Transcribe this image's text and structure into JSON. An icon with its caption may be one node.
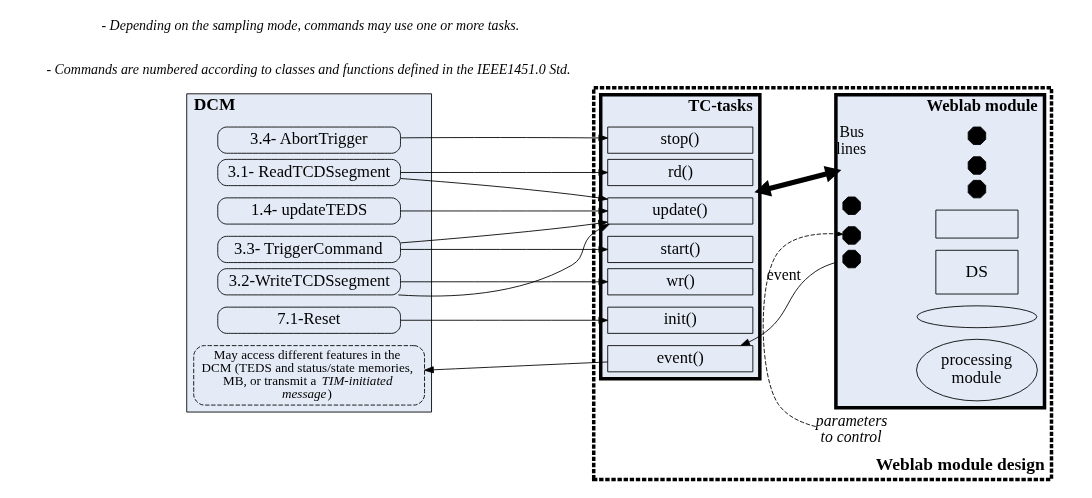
{
  "diagram": {
    "nodes": [
      {
        "text": [
          "DCM"
        ]
      },
      {
        "text": [
          "3.4- AbortTrigger"
        ],
        "in": 0
      },
      {
        "text": [
          "3.3- TriggerCommand"
        ],
        "in": 0
      },
      {
        "text": [
          "1.4- updateTEDS"
        ],
        "in": 0
      },
      {
        "text": [
          "3.1- ReadTCDSsegment"
        ],
        "in": 0
      },
      {
        "text": [
          "3.2-WriteTCDSsegment"
        ],
        "in": 0
      },
      {
        "text": [
          "7.1-Reset"
        ],
        "in": 0
      },
      {
        "text": [
          "May access different features in the DCM (TEDS and status/state memories, MB, or transmit a *TIM-initiated message*)"
        ],
        "in": 0
      },
      {
        "text": [
          "Weblab module design"
        ]
      },
      {
        "text": [
          "TC-tasks"
        ],
        "in": 8
      },
      {
        "text": [
          "stop()"
        ],
        "in": 9
      },
      {
        "text": [
          "start()"
        ],
        "in": 9
      },
      {
        "text": [
          "update()"
        ],
        "in": 9
      },
      {
        "text": [
          "rd()"
        ],
        "in": 9
      },
      {
        "text": [
          "wr()"
        ],
        "in": 9
      },
      {
        "text": [
          "init()"
        ],
        "in": 9
      },
      {
        "text": [
          "event()"
        ],
        "in": 9
      },
      {
        "text": [
          "parameters to control"
        ],
        "in": 8
      },
      {
        "text": [
          "Weblab module"
        ],
        "in": 8
      },
      {
        "text": [],
        "shape": "octagon",
        "in": 18
      },
      {
        "text": [],
        "shape": "octagon",
        "in": 18
      },
      {
        "text": [],
        "shape": "octagon",
        "in": 18
      },
      {
        "text": [],
        "shape": "octagon",
        "in": 18
      },
      {
        "text": [],
        "shape": "octagon",
        "in": 18
      },
      {
        "text": [],
        "shape": "octagon",
        "in": 18
      },
      {
        "text": [],
        "shape": "box",
        "in": 18
      },
      {
        "text": [
          "DS"
        ],
        "in": 18
      },
      {
        "text": [],
        "shape": "ellipse",
        "in": 18
      },
      {
        "text": [
          "processing module"
        ],
        "in": 18
      }
    ],
    "edges": [
      {
        "from": 1,
        "to": 10,
        "arrow": "to"
      },
      {
        "from": 2,
        "to": 11,
        "arrow": "to"
      },
      {
        "from": 2,
        "to": 12,
        "arrow": "to"
      },
      {
        "from": 3,
        "to": 12,
        "arrow": "to"
      },
      {
        "from": 4,
        "to": 12,
        "arrow": "to"
      },
      {
        "from": 4,
        "to": 13,
        "arrow": "to"
      },
      {
        "from": 5,
        "to": 12,
        "arrow": "to"
      },
      {
        "from": 5,
        "to": 14,
        "arrow": "to"
      },
      {
        "from": 6,
        "to": 15,
        "arrow": "to"
      },
      {
        "from": 16,
        "to": 7,
        "arrow": "to"
      },
      {
        "from": 9,
        "to": 18,
        "arrow": "both",
        "label": "Bus lines",
        "style": "thick"
      },
      {
        "from": 18,
        "to": 16,
        "arrow": "to",
        "label": "event"
      },
      {
        "from": 17,
        "to": 20,
        "arrow": "to",
        "style": "dashed"
      }
    ],
    "labels": [
      "- Commands are numbered according to classes and functions defined in the IEEE1451.0 Std.",
      "- Depending on the sampling mode, commands may use one or more tasks."
    ]
  }
}
